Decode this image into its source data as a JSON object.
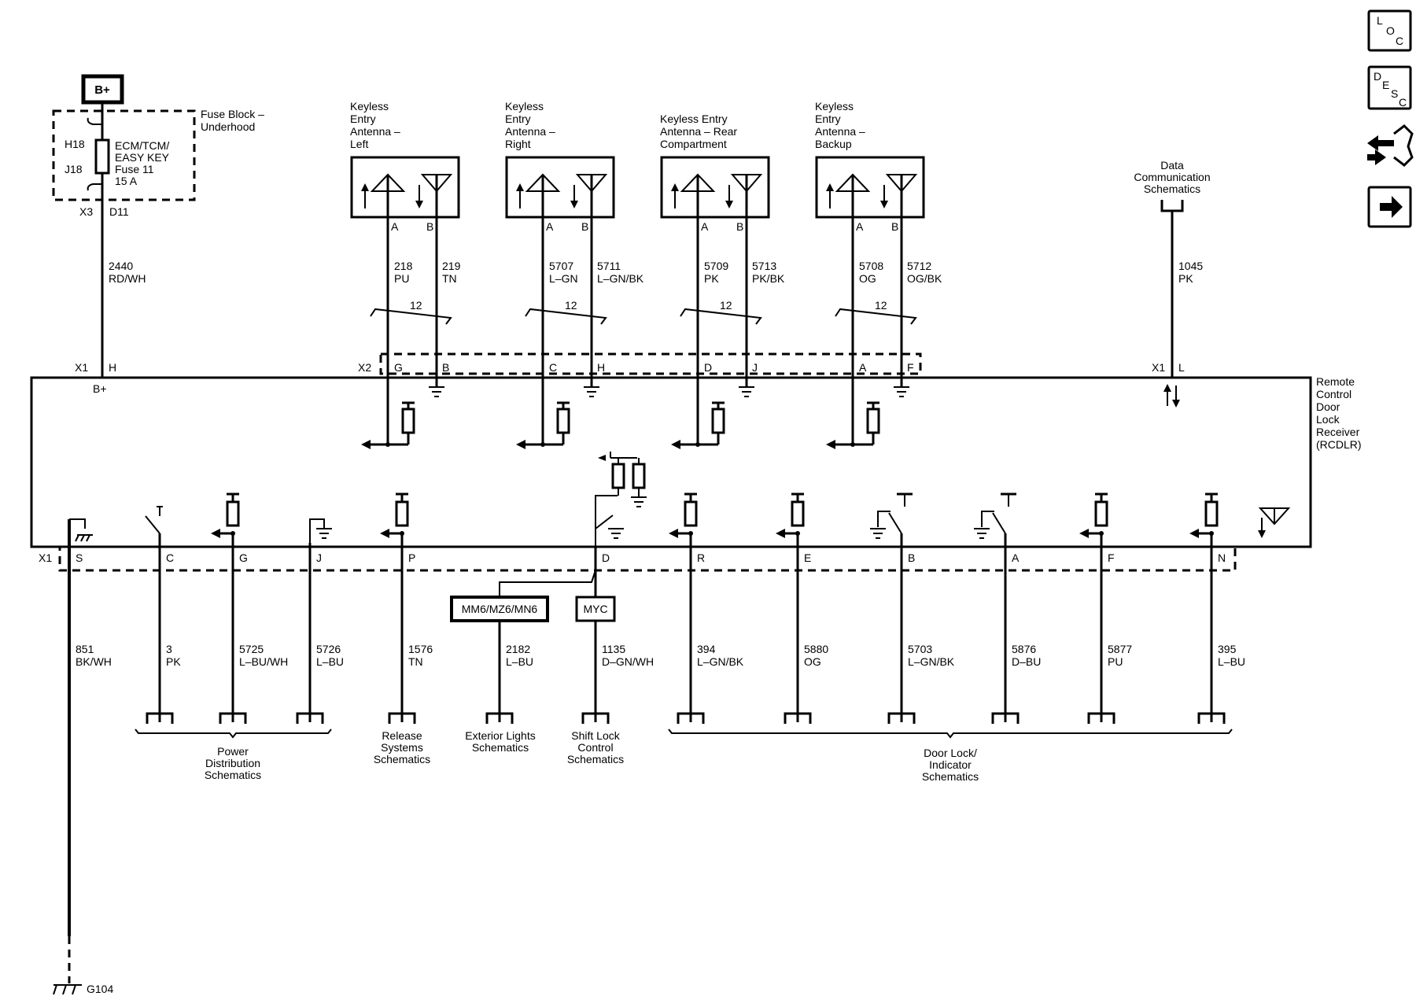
{
  "nav_buttons": {
    "loc": [
      "L",
      "O",
      "C"
    ],
    "desc": [
      "D",
      "E",
      "S",
      "C"
    ]
  },
  "battery": {
    "label": "B+"
  },
  "fuse_block": {
    "title_lines": [
      "Fuse Block –",
      "Underhood"
    ],
    "fuse_lines": [
      "ECM/TCM/",
      "EASY KEY",
      "Fuse 11",
      "15 A"
    ],
    "pin_top": "H18",
    "pin_bottom": "J18",
    "connector": "X3",
    "pin": "D11"
  },
  "b_plus_wire": {
    "circuit": "2440",
    "color": "RD/WH"
  },
  "antennas": [
    {
      "label_lines": [
        "Keyless",
        "Entry",
        "Antenna –",
        "Left"
      ],
      "pin_a": "A",
      "pin_b": "B",
      "wire_a_circuit": "218",
      "wire_a_color": "PU",
      "wire_b_circuit": "219",
      "wire_b_color": "TN",
      "twist": "12",
      "conn_pin_a": "G",
      "conn_pin_b": "B"
    },
    {
      "label_lines": [
        "Keyless",
        "Entry",
        "Antenna –",
        "Right"
      ],
      "pin_a": "A",
      "pin_b": "B",
      "wire_a_circuit": "5707",
      "wire_a_color": "L–GN",
      "wire_b_circuit": "5711",
      "wire_b_color": "L–GN/BK",
      "twist": "12",
      "conn_pin_a": "C",
      "conn_pin_b": "H"
    },
    {
      "label_lines": [
        "Keyless Entry",
        "Antenna – Rear",
        "Compartment"
      ],
      "pin_a": "A",
      "pin_b": "B",
      "wire_a_circuit": "5709",
      "wire_a_color": "PK",
      "wire_b_circuit": "5713",
      "wire_b_color": "PK/BK",
      "twist": "12",
      "conn_pin_a": "D",
      "conn_pin_b": "J"
    },
    {
      "label_lines": [
        "Keyless",
        "Entry",
        "Antenna –",
        "Backup"
      ],
      "pin_a": "A",
      "pin_b": "B",
      "wire_a_circuit": "5708",
      "wire_a_color": "OG",
      "wire_b_circuit": "5712",
      "wire_b_color": "OG/BK",
      "twist": "12",
      "conn_pin_a": "A",
      "conn_pin_b": "F"
    }
  ],
  "data_comm": {
    "label_lines": [
      "Data",
      "Communication",
      "Schematics"
    ],
    "circuit": "1045",
    "color": "PK",
    "connector": "X1",
    "pin": "L"
  },
  "module": {
    "name_lines": [
      "Remote",
      "Control",
      "Door",
      "Lock",
      "Receiver",
      "(RCDLR)"
    ],
    "top_connector_x1": "X1",
    "top_pin_h": "H",
    "top_connector_x2": "X2",
    "bplus_label": "B+",
    "bottom_connector": "X1"
  },
  "bottom_pins": [
    {
      "pin": "S",
      "circuit": "851",
      "color": "BK/WH"
    },
    {
      "pin": "C",
      "circuit": "3",
      "color": "PK"
    },
    {
      "pin": "G",
      "circuit": "5725",
      "color": "L–BU/WH"
    },
    {
      "pin": "J",
      "circuit": "5726",
      "color": "L–BU"
    },
    {
      "pin": "P",
      "circuit": "1576",
      "color": "TN"
    },
    {
      "pin": "D",
      "circuit": "1135",
      "color": "D–GN/WH"
    },
    {
      "pin": "R",
      "circuit": "394",
      "color": "L–GN/BK"
    },
    {
      "pin": "E",
      "circuit": "5880",
      "color": "OG"
    },
    {
      "pin": "B",
      "circuit": "5703",
      "color": "L–GN/BK"
    },
    {
      "pin": "A",
      "circuit": "5876",
      "color": "D–BU"
    },
    {
      "pin": "F",
      "circuit": "5877",
      "color": "PU"
    },
    {
      "pin": "N",
      "circuit": "395",
      "color": "L–BU"
    }
  ],
  "options": {
    "rpo_a": "MM6/MZ6/MN6",
    "rpo_b": "MYC",
    "rpo_a_wire_circuit": "2182",
    "rpo_a_wire_color": "L–BU"
  },
  "destinations": {
    "power_distribution": [
      "Power",
      "Distribution",
      "Schematics"
    ],
    "release_systems": [
      "Release",
      "Systems",
      "Schematics"
    ],
    "exterior_lights": [
      "Exterior Lights",
      "Schematics"
    ],
    "shift_lock": [
      "Shift Lock",
      "Control",
      "Schematics"
    ],
    "door_lock": [
      "Door Lock/",
      "Indicator",
      "Schematics"
    ]
  },
  "ground": {
    "label": "G104"
  }
}
